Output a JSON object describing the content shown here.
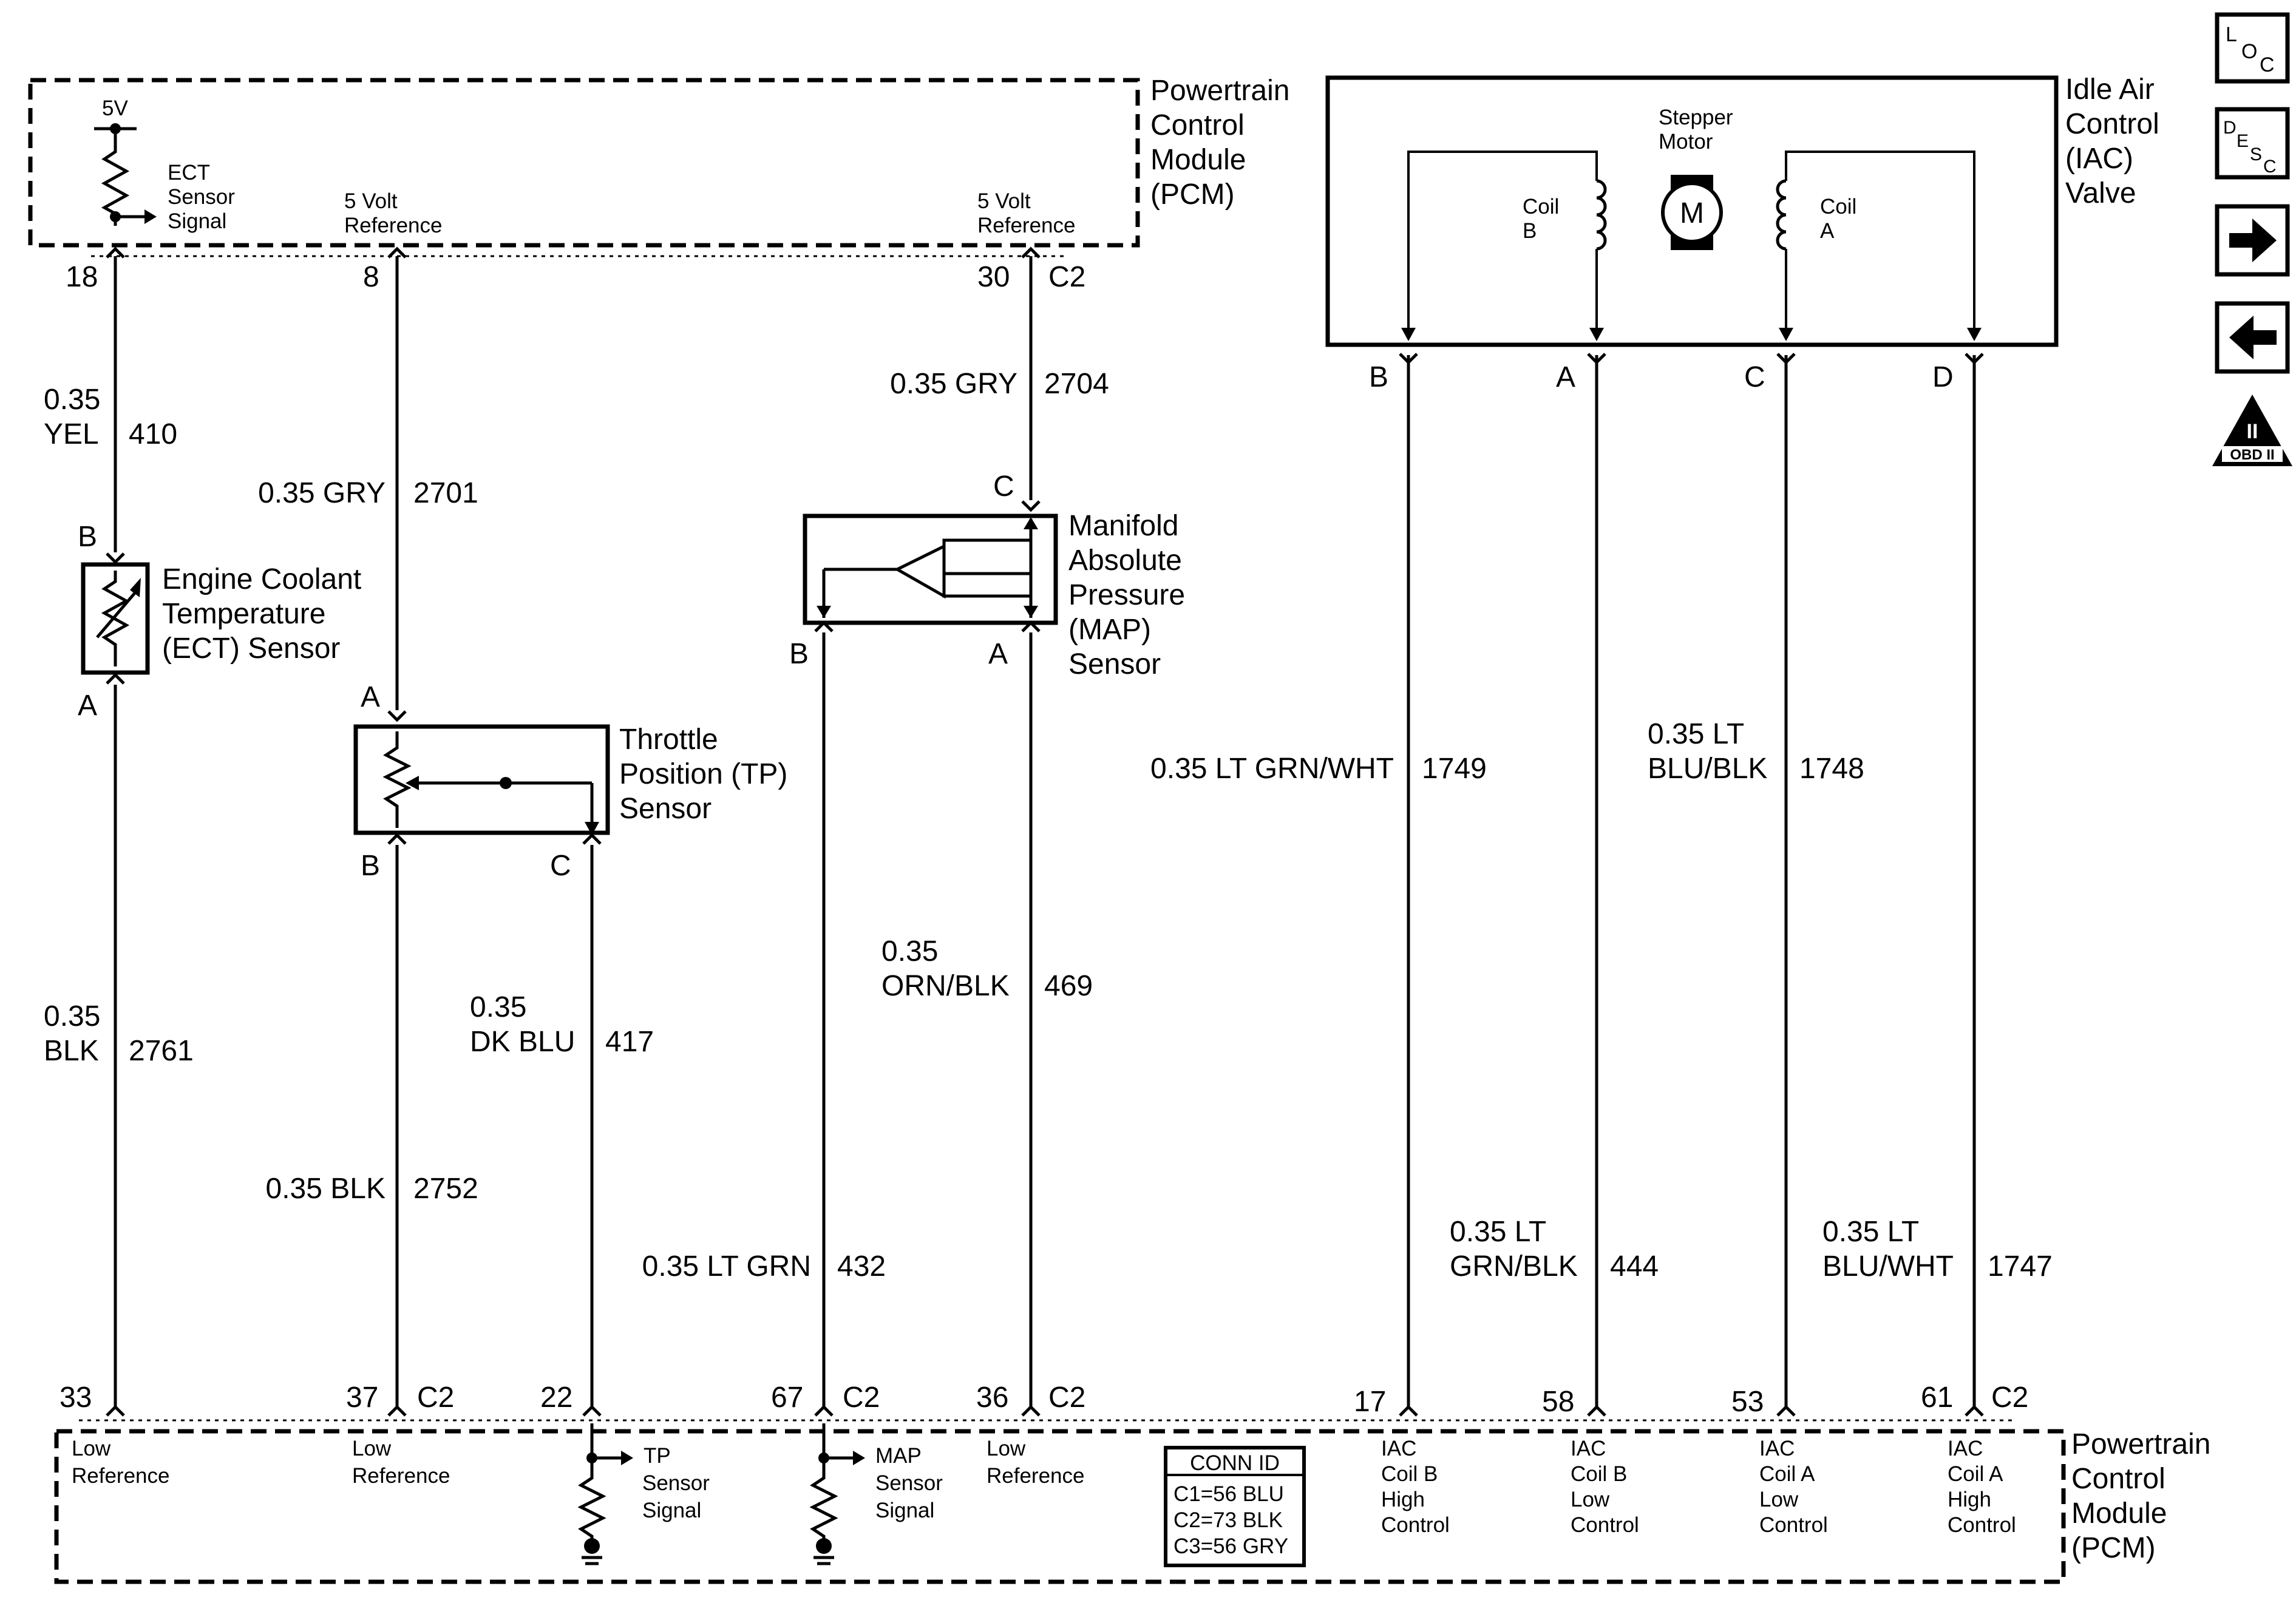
{
  "pcm_top": {
    "title_lines": [
      "Powertrain",
      "Control",
      "Module",
      "(PCM)"
    ],
    "supply": "5V",
    "ect_signal_lines": [
      "ECT",
      "Sensor",
      "Signal"
    ],
    "ref_a_lines": [
      "5 Volt",
      "Reference"
    ],
    "ref_b_lines": [
      "5 Volt",
      "Reference"
    ]
  },
  "pcm_bottom": {
    "title_lines": [
      "Powertrain",
      "Control",
      "Module",
      "(PCM)"
    ],
    "cells": [
      [
        "Low",
        "Reference"
      ],
      [
        "Low",
        "Reference"
      ],
      [
        "TP",
        "Sensor",
        "Signal"
      ],
      [
        "MAP",
        "Sensor",
        "Signal"
      ],
      [
        "Low",
        "Reference"
      ],
      [
        "IAC",
        "Coil B",
        "High",
        "Control"
      ],
      [
        "IAC",
        "Coil B",
        "Low",
        "Control"
      ],
      [
        "IAC",
        "Coil A",
        "Low",
        "Control"
      ],
      [
        "IAC",
        "Coil A",
        "High",
        "Control"
      ]
    ],
    "conn_id": {
      "title": "CONN ID",
      "rows": [
        "C1=56 BLU",
        "C2=73 BLK",
        "C3=56 GRY"
      ]
    }
  },
  "iac": {
    "title_lines": [
      "Idle Air",
      "Control",
      "(IAC)",
      "Valve"
    ],
    "motor_lines": [
      "Stepper",
      "Motor"
    ],
    "motor_symbol": "M",
    "coil_b_lines": [
      "Coil",
      "B"
    ],
    "coil_a_lines": [
      "Coil",
      "A"
    ]
  },
  "components": {
    "ect": [
      "Engine Coolant",
      "Temperature",
      "(ECT) Sensor"
    ],
    "tp": [
      "Throttle",
      "Position (TP)",
      "Sensor"
    ],
    "map": [
      "Manifold",
      "Absolute",
      "Pressure",
      "(MAP)",
      "Sensor"
    ]
  },
  "pins": {
    "top": [
      "18",
      "8",
      "30",
      "C2"
    ],
    "bottom": [
      "33",
      "37",
      "C2",
      "22",
      "67",
      "C2",
      "36",
      "C2",
      "17",
      "58",
      "53",
      "61",
      "C2"
    ],
    "ect": [
      "B",
      "A"
    ],
    "tp": [
      "A",
      "B",
      "C"
    ],
    "map": [
      "C",
      "B",
      "A"
    ],
    "iac": [
      "B",
      "A",
      "C",
      "D"
    ]
  },
  "wires": [
    {
      "gauge": "0.35",
      "color": "YEL",
      "circuit": "410"
    },
    {
      "gauge": "0.35",
      "color": "BLK",
      "circuit": "2761"
    },
    {
      "gauge": "0.35 GRY",
      "circuit": "2701"
    },
    {
      "gauge": "0.35 BLK",
      "circuit": "2752"
    },
    {
      "gauge": "0.35",
      "color": "DK BLU",
      "circuit": "417"
    },
    {
      "gauge": "0.35 GRY",
      "circuit": "2704"
    },
    {
      "gauge": "0.35",
      "color": "ORN/BLK",
      "circuit": "469"
    },
    {
      "gauge": "0.35 LT GRN",
      "circuit": "432"
    },
    {
      "gauge": "0.35 LT GRN/WHT",
      "circuit": "1749"
    },
    {
      "gauge": "0.35 LT",
      "color": "BLU/BLK",
      "circuit": "1748"
    },
    {
      "gauge": "0.35 LT",
      "color": "GRN/BLK",
      "circuit": "444"
    },
    {
      "gauge": "0.35 LT",
      "color": "BLU/WHT",
      "circuit": "1747"
    }
  ],
  "side_nav": [
    {
      "name": "loc-button",
      "glyphs": [
        "L",
        "O",
        "C"
      ]
    },
    {
      "name": "desc-button",
      "glyphs": [
        "D",
        "E",
        "S",
        "C"
      ]
    },
    {
      "name": "next-page-button",
      "icon": "right-arrow-icon"
    },
    {
      "name": "previous-page-button",
      "icon": "left-arrow-icon"
    },
    {
      "name": "obd-ii-badge",
      "glyphs": [
        "II",
        "OBD II"
      ]
    }
  ]
}
